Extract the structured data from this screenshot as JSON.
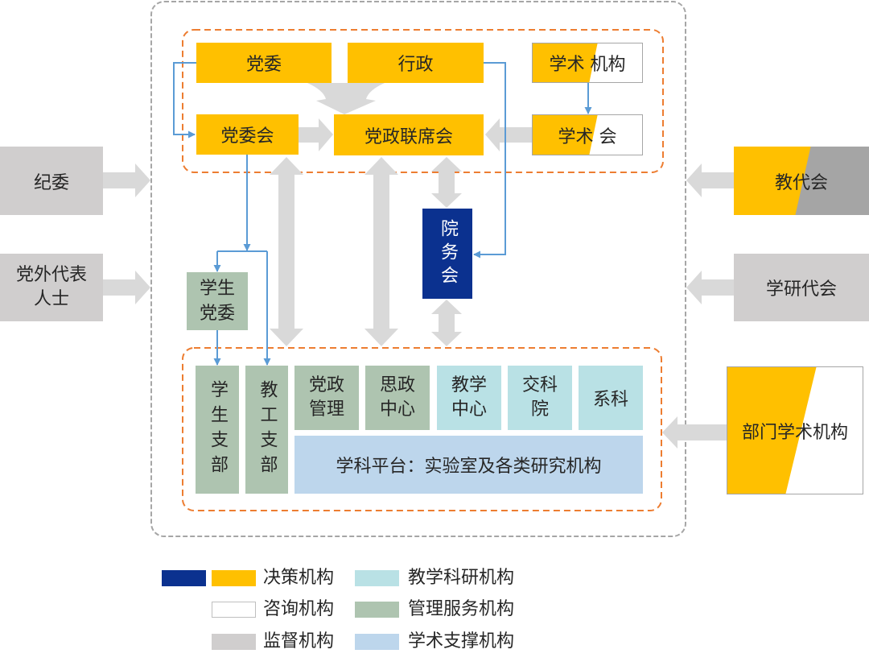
{
  "decision_layer": {
    "party_committee": "党委",
    "administration": "行政",
    "academic_institution": "学术 机构",
    "party_committee_meeting": "党委会",
    "joint_meeting": "党政联席会",
    "academic_committee": "学术 会"
  },
  "council": "院务会",
  "student_party_committee": "学生党委",
  "execution_layer": {
    "student_branch": "学生支部",
    "staff_branch": "教工支部",
    "party_admin": "党政管理",
    "ideology_center": "思政中心",
    "teaching_center": "教学中心",
    "interdisciplinary_institute": "交科院",
    "departments": "系科",
    "discipline_platform": "学科平台：实验室及各类研究机构"
  },
  "external": {
    "left": [
      {
        "label": "纪委"
      },
      {
        "label": "党外代表人士"
      }
    ],
    "right": [
      {
        "label": "教代会"
      },
      {
        "label": "学研代会"
      },
      {
        "label": "部门学术机构"
      }
    ]
  },
  "legend": [
    {
      "label": "决策机构",
      "colors": [
        "#0B318F",
        "#FFC000"
      ]
    },
    {
      "label": "咨询机构",
      "colors": [
        "#FFFFFF"
      ]
    },
    {
      "label": "监督机构",
      "colors": [
        "#D0CECE"
      ]
    },
    {
      "label": "教学科研机构",
      "colors": [
        "#B9E1E5"
      ]
    },
    {
      "label": "管理服务机构",
      "colors": [
        "#AEC4B0"
      ]
    },
    {
      "label": "学术支撑机构",
      "colors": [
        "#BDD6EC"
      ]
    }
  ],
  "colors": {
    "decision_yellow": "#FFC000",
    "decision_navy": "#0B318F",
    "supervision_gray": "#D0CECE",
    "arrow_gray": "#D9D9D9",
    "connector_blue": "#5B9BD5",
    "group_border_orange": "#ED7D31",
    "outer_border_gray": "#A6A6A6"
  }
}
